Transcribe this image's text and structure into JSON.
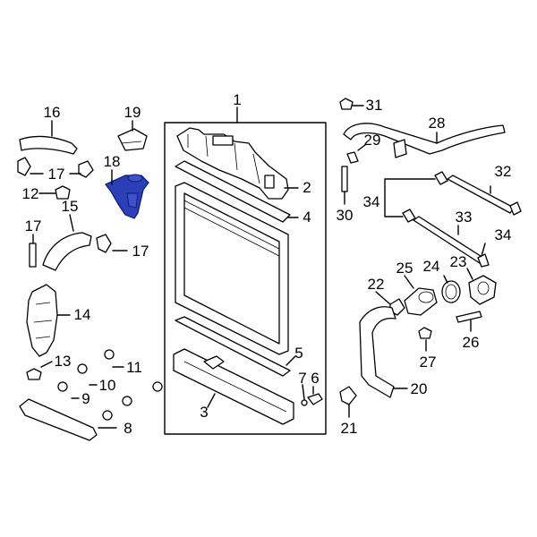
{
  "diagram": {
    "callouts": [
      {
        "id": "1",
        "text": "1"
      },
      {
        "id": "2",
        "text": "2"
      },
      {
        "id": "3",
        "text": "3"
      },
      {
        "id": "4",
        "text": "4"
      },
      {
        "id": "5",
        "text": "5"
      },
      {
        "id": "6",
        "text": "6"
      },
      {
        "id": "7",
        "text": "7"
      },
      {
        "id": "8",
        "text": "8"
      },
      {
        "id": "9",
        "text": "9"
      },
      {
        "id": "10",
        "text": "10"
      },
      {
        "id": "11",
        "text": "11"
      },
      {
        "id": "12",
        "text": "12"
      },
      {
        "id": "13",
        "text": "13"
      },
      {
        "id": "14",
        "text": "14"
      },
      {
        "id": "15",
        "text": "15"
      },
      {
        "id": "16",
        "text": "16"
      },
      {
        "id": "17a",
        "text": "17"
      },
      {
        "id": "17b",
        "text": "17"
      },
      {
        "id": "17c",
        "text": "17"
      },
      {
        "id": "18",
        "text": "18"
      },
      {
        "id": "19",
        "text": "19"
      },
      {
        "id": "20",
        "text": "20"
      },
      {
        "id": "21",
        "text": "21"
      },
      {
        "id": "22",
        "text": "22"
      },
      {
        "id": "23",
        "text": "23"
      },
      {
        "id": "24",
        "text": "24"
      },
      {
        "id": "25",
        "text": "25"
      },
      {
        "id": "26",
        "text": "26"
      },
      {
        "id": "27",
        "text": "27"
      },
      {
        "id": "28",
        "text": "28"
      },
      {
        "id": "29",
        "text": "29"
      },
      {
        "id": "30",
        "text": "30"
      },
      {
        "id": "31",
        "text": "31"
      },
      {
        "id": "32",
        "text": "32"
      },
      {
        "id": "33",
        "text": "33"
      },
      {
        "id": "34a",
        "text": "34"
      },
      {
        "id": "34b",
        "text": "34"
      }
    ],
    "highlighted_part": "18",
    "colors": {
      "line": "#000000",
      "highlight": "#2b3fb8",
      "background": "#ffffff"
    }
  }
}
